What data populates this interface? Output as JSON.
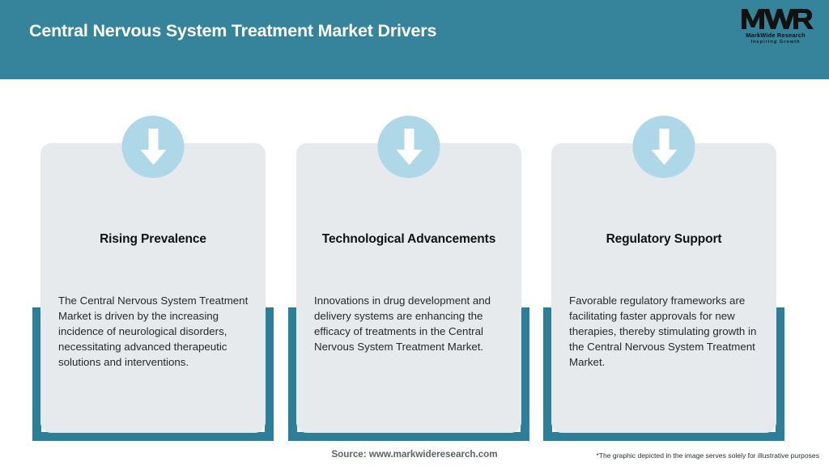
{
  "header": {
    "title": "Central Nervous System Treatment Market Drivers",
    "background_color": "#35849c",
    "title_color": "#ffffff"
  },
  "logo": {
    "mark": "MWR",
    "name": "MarkWide Research",
    "tagline": "Inspiring Growth"
  },
  "cards": [
    {
      "icon": "down-arrow-icon",
      "title": "Rising Prevalence",
      "body": "The Central Nervous System Treatment Market is driven by the increasing incidence of neurological disorders, necessitating advanced therapeutic solutions and interventions."
    },
    {
      "icon": "down-arrow-icon",
      "title": "Technological Advancements",
      "body": "Innovations in drug development and delivery systems are enhancing the efficacy of treatments in the Central Nervous System Treatment Market."
    },
    {
      "icon": "down-arrow-icon",
      "title": "Regulatory Support",
      "body": "Favorable regulatory frameworks are facilitating faster approvals for new therapies, thereby stimulating growth in the Central Nervous System Treatment Market."
    }
  ],
  "footer": {
    "source": "Source: www.markwideresearch.com",
    "disclaimer": "*The graphic depicted in the image serves solely for illustrative purposes"
  },
  "colors": {
    "teal_header": "#35849c",
    "teal_frame": "#2c7f99",
    "card_surface": "#e7eaec",
    "icon_circle": "#aed7e7",
    "icon_arrow": "#ffffff"
  }
}
